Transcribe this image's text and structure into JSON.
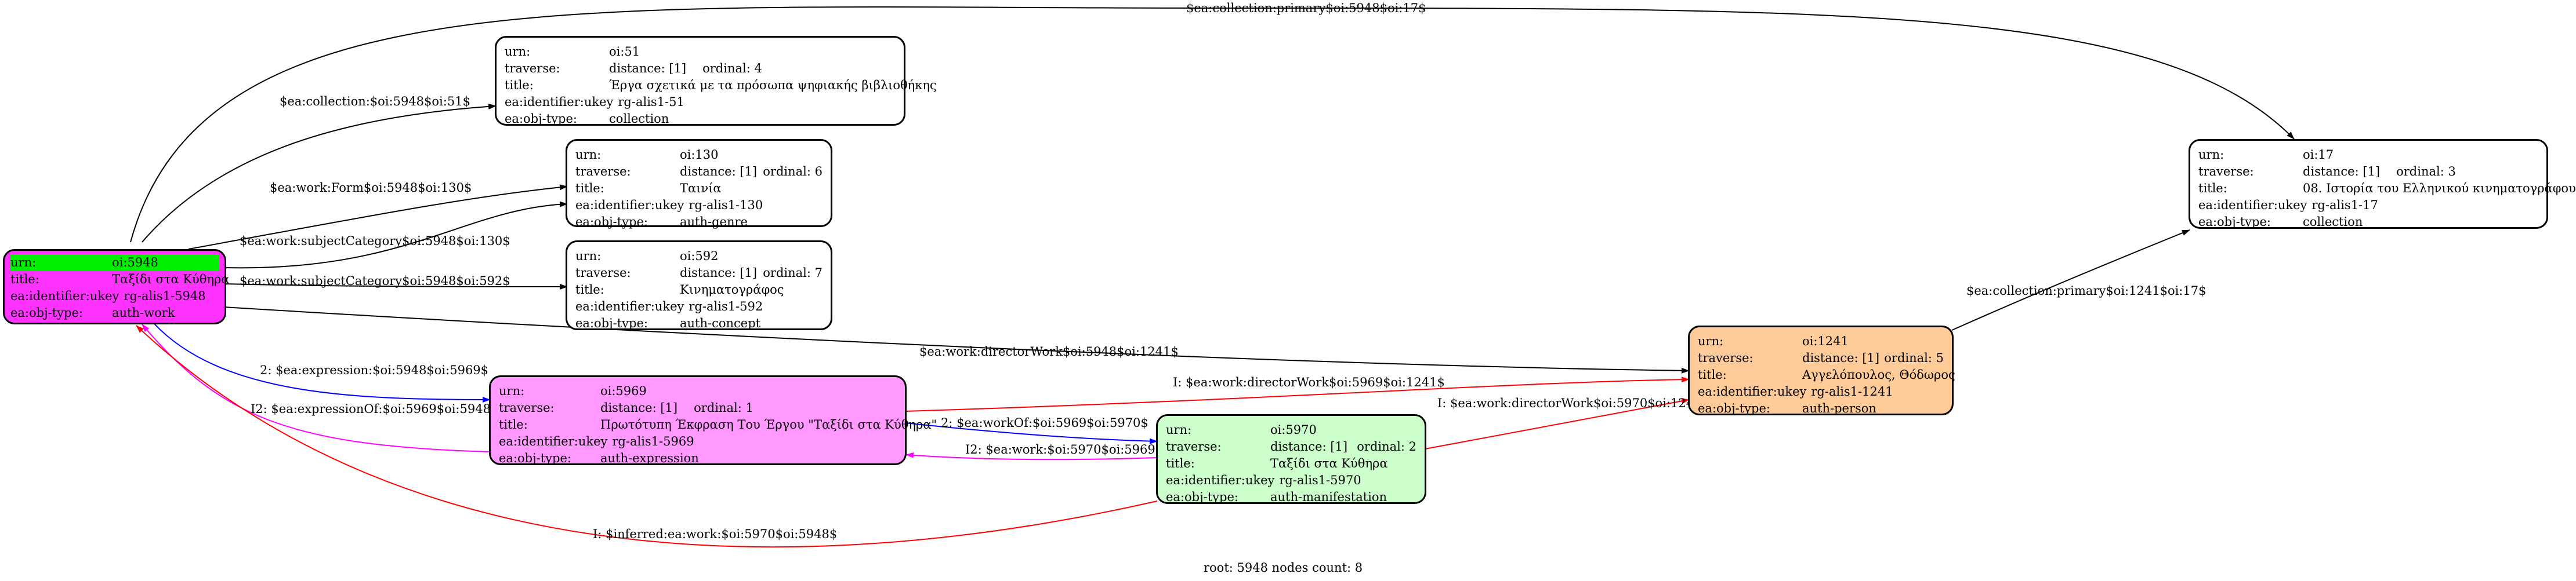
{
  "nodes": {
    "root": {
      "urn": {
        "k": "urn:",
        "v": "oi:5948"
      },
      "title": {
        "k": "title:",
        "v": "Ταξίδι στα Κύθηρα"
      },
      "ukey": {
        "k": "ea:identifier:ukey",
        "v": "rg-alis1-5948"
      },
      "type": {
        "k": "ea:obj-type:",
        "v": "auth-work"
      }
    },
    "n51": {
      "urn": {
        "k": "urn:",
        "v": "oi:51"
      },
      "traverse": {
        "k": "traverse:",
        "dist": "distance: [1]",
        "ord": "ordinal: 4"
      },
      "title": {
        "k": "title:",
        "v": "Έργα σχετικά με τα πρόσωπα ψηφιακής βιβλιοθήκης"
      },
      "ukey": {
        "k": "ea:identifier:ukey",
        "v": "rg-alis1-51"
      },
      "type": {
        "k": "ea:obj-type:",
        "v": "collection"
      }
    },
    "n130": {
      "urn": {
        "k": "urn:",
        "v": "oi:130"
      },
      "traverse": {
        "k": "traverse:",
        "dist": "distance: [1]",
        "ord": "ordinal: 6"
      },
      "title": {
        "k": "title:",
        "v": "Ταινία"
      },
      "ukey": {
        "k": "ea:identifier:ukey",
        "v": "rg-alis1-130"
      },
      "type": {
        "k": "ea:obj-type:",
        "v": "auth-genre"
      }
    },
    "n592": {
      "urn": {
        "k": "urn:",
        "v": "oi:592"
      },
      "traverse": {
        "k": "traverse:",
        "dist": "distance: [1]",
        "ord": "ordinal: 7"
      },
      "title": {
        "k": "title:",
        "v": "Κινηματογράφος"
      },
      "ukey": {
        "k": "ea:identifier:ukey",
        "v": "rg-alis1-592"
      },
      "type": {
        "k": "ea:obj-type:",
        "v": "auth-concept"
      }
    },
    "n17": {
      "urn": {
        "k": "urn:",
        "v": "oi:17"
      },
      "traverse": {
        "k": "traverse:",
        "dist": "distance: [1]",
        "ord": "ordinal: 3"
      },
      "title": {
        "k": "title:",
        "v": "08. Ιστορία του Ελληνικού κινηματογράφου"
      },
      "ukey": {
        "k": "ea:identifier:ukey",
        "v": "rg-alis1-17"
      },
      "type": {
        "k": "ea:obj-type:",
        "v": "collection"
      }
    },
    "n1241": {
      "urn": {
        "k": "urn:",
        "v": "oi:1241"
      },
      "traverse": {
        "k": "traverse:",
        "dist": "distance: [1]",
        "ord": "ordinal: 5"
      },
      "title": {
        "k": "title:",
        "v": "Αγγελόπουλος, Θόδωρος"
      },
      "ukey": {
        "k": "ea:identifier:ukey",
        "v": "rg-alis1-1241"
      },
      "type": {
        "k": "ea:obj-type:",
        "v": "auth-person"
      }
    },
    "n5969": {
      "urn": {
        "k": "urn:",
        "v": "oi:5969"
      },
      "traverse": {
        "k": "traverse:",
        "dist": "distance: [1]",
        "ord": "ordinal: 1"
      },
      "title": {
        "k": "title:",
        "v": "Πρωτότυπη Έκφραση Του Έργου \"Ταξίδι στα Κύθηρα\""
      },
      "ukey": {
        "k": "ea:identifier:ukey",
        "v": "rg-alis1-5969"
      },
      "type": {
        "k": "ea:obj-type:",
        "v": "auth-expression"
      }
    },
    "n5970": {
      "urn": {
        "k": "urn:",
        "v": "oi:5970"
      },
      "traverse": {
        "k": "traverse:",
        "dist": "distance: [1]",
        "ord": "ordinal: 2"
      },
      "title": {
        "k": "title:",
        "v": "Ταξίδι στα Κύθηρα"
      },
      "ukey": {
        "k": "ea:identifier:ukey",
        "v": "rg-alis1-5970"
      },
      "type": {
        "k": "ea:obj-type:",
        "v": "auth-manifestation"
      }
    }
  },
  "edges": {
    "e17": "$ea:collection:primary$oi:5948$oi:17$",
    "e51": "$ea:collection:$oi:5948$oi:51$",
    "e130form": "$ea:work:Form$oi:5948$oi:130$",
    "e130subj": "$ea:work:subjectCategory$oi:5948$oi:130$",
    "e592": "$ea:work:subjectCategory$oi:5948$oi:592$",
    "e1241": "$ea:work:directorWork$oi:5948$oi:1241$",
    "e17b": "$ea:collection:primary$oi:1241$oi:17$",
    "expr": "2: $ea:expression:$oi:5948$oi:5969$",
    "exprOf": "I2: $ea:expressionOf:$oi:5969$oi:5948$",
    "dir5969": "I: $ea:work:directorWork$oi:5969$oi:1241$",
    "workOf": "2: $ea:workOf:$oi:5969$oi:5970$",
    "work5970": "I2: $ea:work:$oi:5970$oi:5969$",
    "dir5970": "I: $ea:work:directorWork$oi:5970$oi:1241$",
    "inferred": "I: $inferred:ea:work:$oi:5970$oi:5948$"
  },
  "footer": "root: 5948 nodes count: 8",
  "colors": {
    "black": "#000000",
    "blue": "#0000ff",
    "red": "#ff0000",
    "magenta": "#ff00ff"
  }
}
